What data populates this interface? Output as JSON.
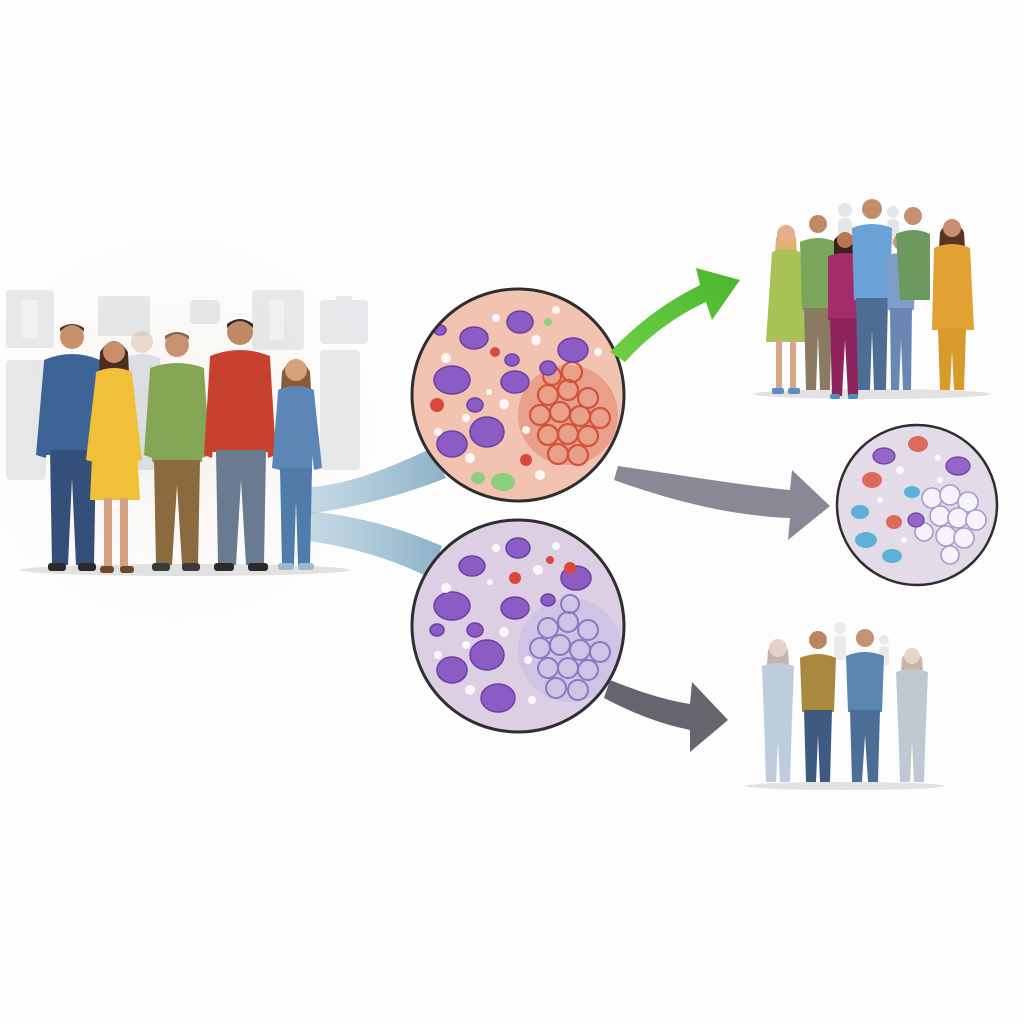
{
  "diagram": {
    "nodes": [
      {
        "id": "source-population",
        "kind": "people-group",
        "label": ""
      },
      {
        "id": "tissue-sample-a",
        "kind": "micrograph",
        "label": ""
      },
      {
        "id": "tissue-sample-b",
        "kind": "micrograph",
        "label": ""
      },
      {
        "id": "outcome-group-healthy",
        "kind": "people-group",
        "label": ""
      },
      {
        "id": "outcome-tissue",
        "kind": "micrograph",
        "label": ""
      },
      {
        "id": "outcome-group-faded",
        "kind": "people-group",
        "label": ""
      }
    ],
    "edges": [
      {
        "from": "source-population",
        "to": "tissue-sample-a",
        "style": "ribbon"
      },
      {
        "from": "source-population",
        "to": "tissue-sample-b",
        "style": "ribbon"
      },
      {
        "from": "tissue-sample-a",
        "to": "outcome-group-healthy",
        "style": "arrow"
      },
      {
        "from": "tissue-sample-a",
        "to": "outcome-tissue",
        "style": "arrow"
      },
      {
        "from": "tissue-sample-b",
        "to": "outcome-group-faded",
        "style": "arrow"
      }
    ],
    "colors": {
      "ribbon": "#8fb6cc",
      "arrow_positive": "#5cc23c",
      "arrow_neutral": "#8b8794",
      "arrow_dark": "#66646c",
      "tissue_a_bg": "#f3c3b2",
      "tissue_b_bg": "#ddcfe3",
      "tissue_c_bg": "#e4dbe8",
      "cell_purple": "#8a5cc4",
      "tumor_red": "#d3523a",
      "tumor_lilac": "#9d8ad0"
    }
  }
}
